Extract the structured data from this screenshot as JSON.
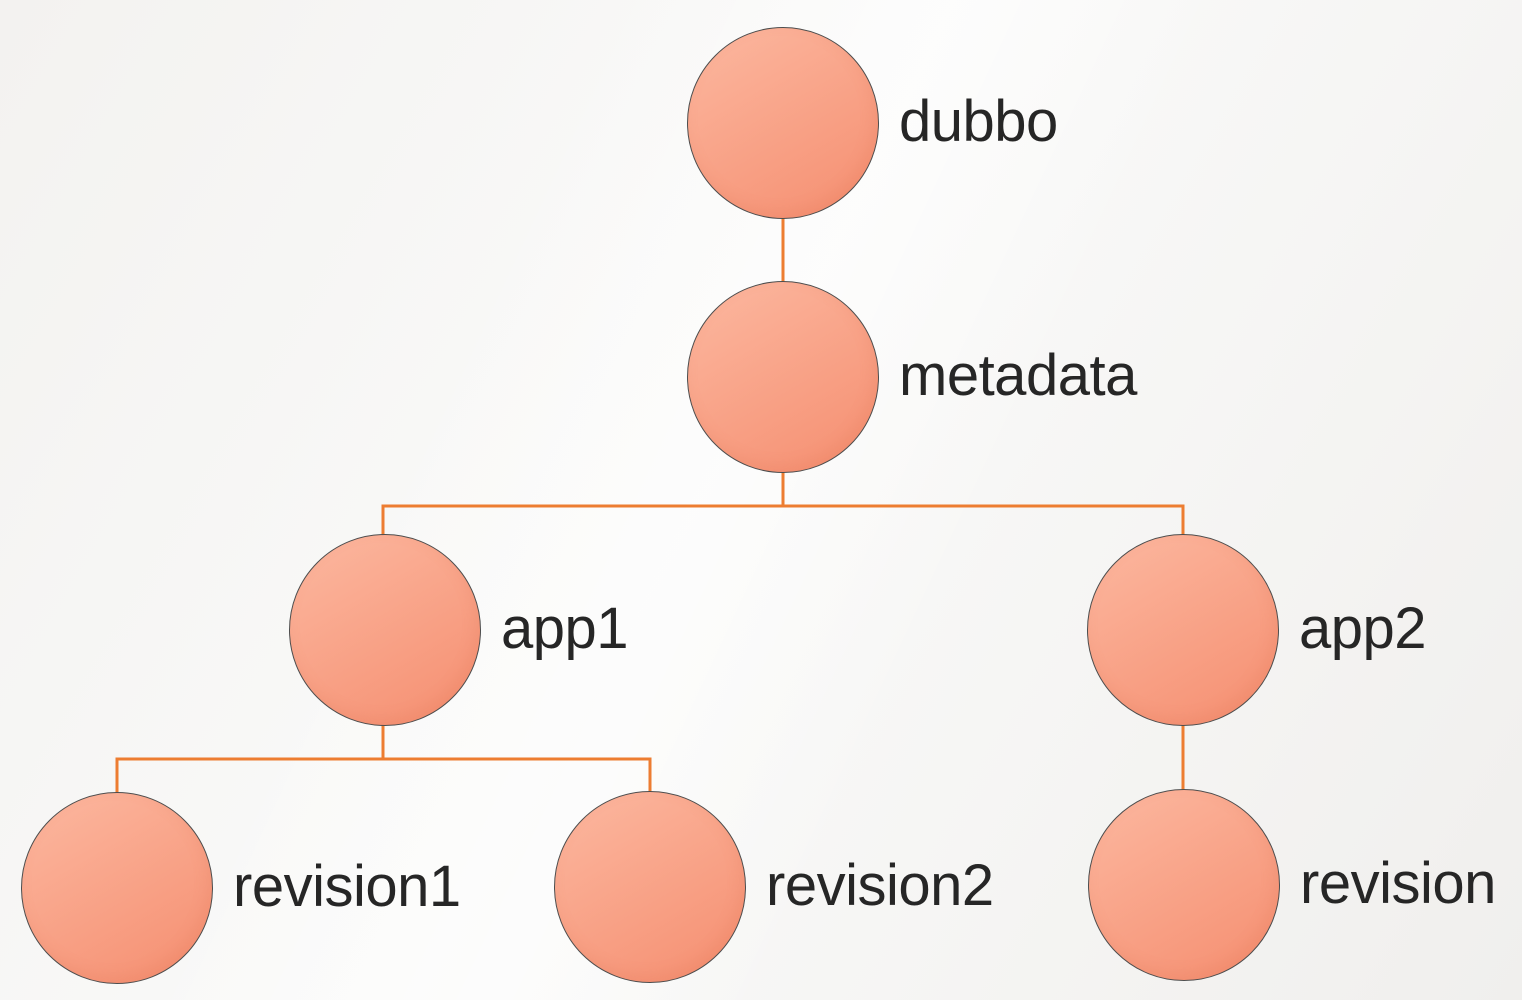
{
  "diagram": {
    "type": "tree",
    "nodes": [
      {
        "id": "dubbo",
        "label": "dubbo",
        "parent": null,
        "level": 0
      },
      {
        "id": "metadata",
        "label": "metadata",
        "parent": "dubbo",
        "level": 1
      },
      {
        "id": "app1",
        "label": "app1",
        "parent": "metadata",
        "level": 2
      },
      {
        "id": "app2",
        "label": "app2",
        "parent": "metadata",
        "level": 2
      },
      {
        "id": "revision1",
        "label": "revision1",
        "parent": "app1",
        "level": 3
      },
      {
        "id": "revision2",
        "label": "revision2",
        "parent": "app1",
        "level": 3
      },
      {
        "id": "revision",
        "label": "revision",
        "parent": "app2",
        "level": 3
      }
    ],
    "edges": [
      [
        "dubbo",
        "metadata"
      ],
      [
        "metadata",
        "app1"
      ],
      [
        "metadata",
        "app2"
      ],
      [
        "app1",
        "revision1"
      ],
      [
        "app1",
        "revision2"
      ],
      [
        "app2",
        "revision"
      ]
    ],
    "colors": {
      "connector": "#ED7D31",
      "node_fill_light": "#FCB8A0",
      "node_fill_dark": "#F58E70",
      "node_border": "#4D4D4D",
      "label_text": "#262626",
      "background": "#F5F4F3"
    }
  }
}
